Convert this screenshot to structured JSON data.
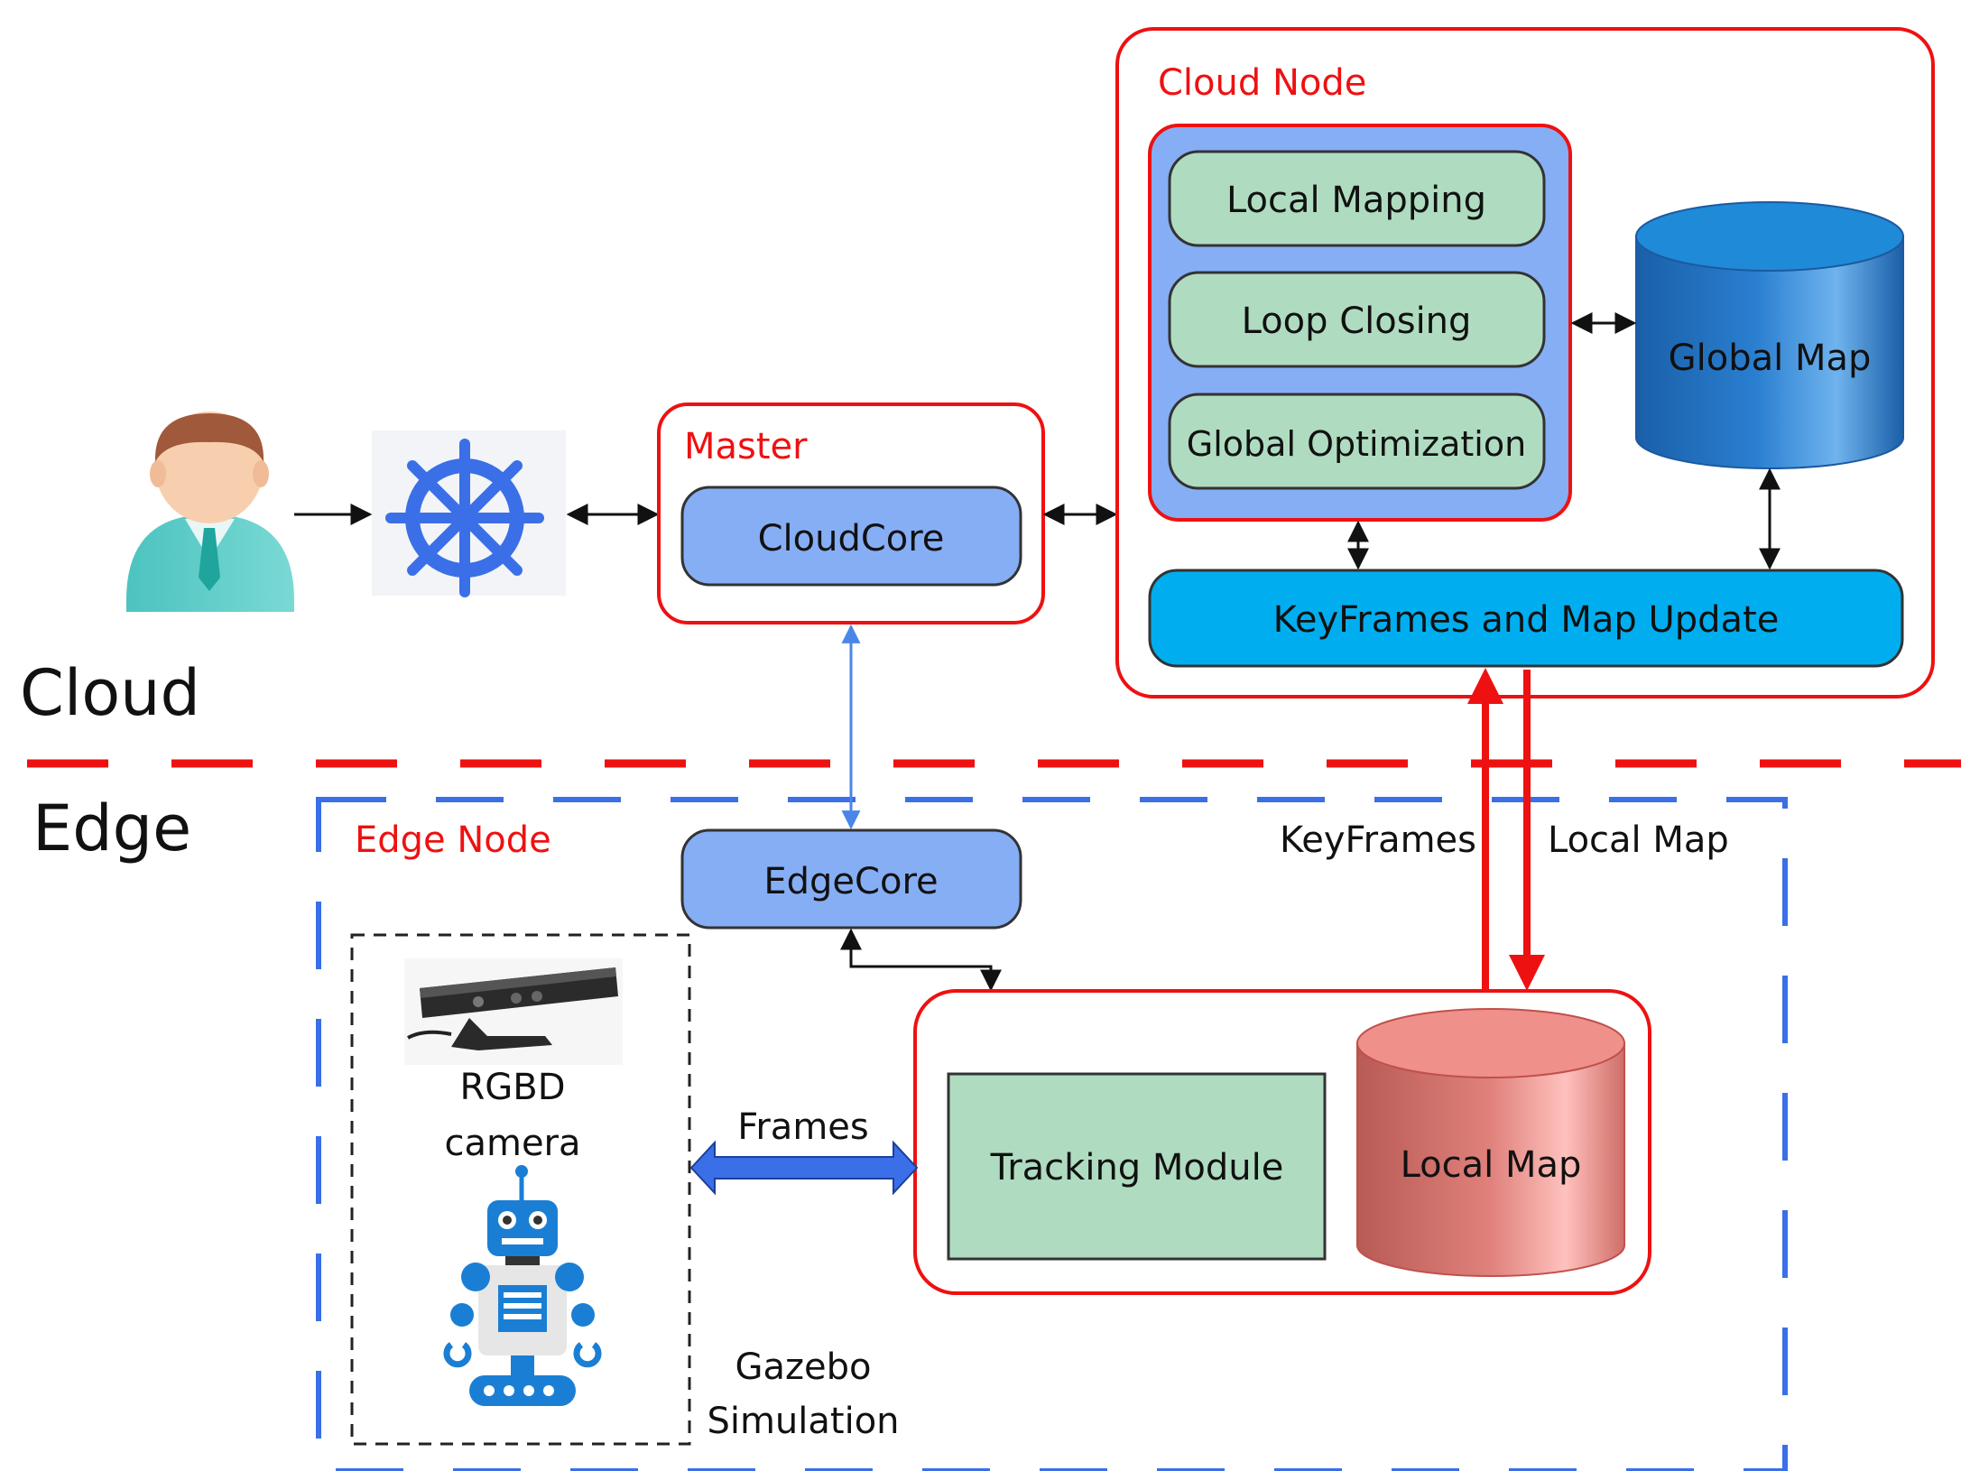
{
  "labels": {
    "cloud_zone": "Cloud",
    "edge_zone": "Edge",
    "cloud_node_title": "Cloud Node",
    "master_title": "Master",
    "edge_node_title": "Edge Node"
  },
  "modules": {
    "local_mapping": "Local Mapping",
    "loop_closing": "Loop Closing",
    "global_optimization": "Global Optimization",
    "global_map": "Global Map",
    "keyframes_update": "KeyFrames and Map Update",
    "cloudcore": "CloudCore",
    "edgecore": "EdgeCore",
    "tracking_module": "Tracking Module",
    "local_map": "Local Map"
  },
  "edge_labels": {
    "keyframes": "KeyFrames",
    "local_map": "Local Map",
    "frames": "Frames"
  },
  "devices": {
    "rgbd_line1": "RGBD",
    "rgbd_line2": "camera",
    "gazebo_line1": "Gazebo",
    "gazebo_line2": "Simulation"
  },
  "icons": {
    "user": "user-avatar-icon",
    "kubernetes": "kubernetes-helm-icon",
    "camera": "rgbd-camera-icon",
    "robot": "robot-icon"
  },
  "colors": {
    "red_border": "#ee1111",
    "blue_dash": "#3a6fe8",
    "module_blue": "#86aef5",
    "module_green": "#afdcc0",
    "keyframes_cyan": "#00aeef",
    "global_map_blue": "#1b74c4",
    "local_map_red": "#e6827d"
  }
}
